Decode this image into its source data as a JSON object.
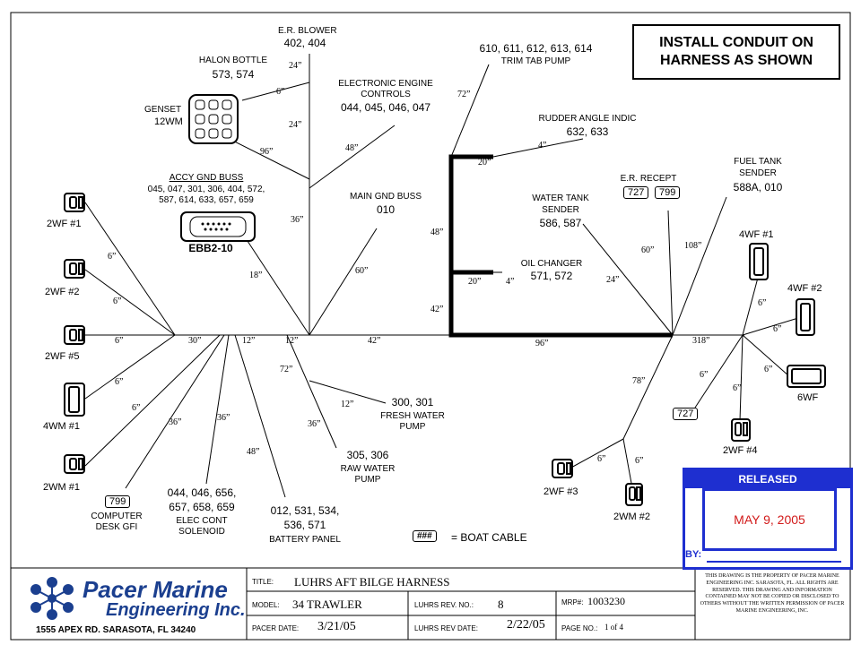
{
  "page_title": {
    "line1": "INSTALL CONDUIT ON",
    "line2": "HARNESS AS SHOWN"
  },
  "destinations": {
    "er_blower": {
      "name": "E.R. BLOWER",
      "wires": "402, 404"
    },
    "halon_bottle": {
      "name": "HALON BOTTLE",
      "wires": "573, 574"
    },
    "genset": {
      "name": "GENSET",
      "code": "12WM"
    },
    "electronic_engine": {
      "name1": "ELECTRONIC ENGINE",
      "name2": "CONTROLS",
      "wires": "044, 045, 046, 047"
    },
    "trim_tab": {
      "wires": "610, 611, 612, 613, 614",
      "name": "TRIM TAB PUMP"
    },
    "rudder_angle": {
      "name": "RUDDER ANGLE INDIC",
      "wires": "632, 633"
    },
    "fuel_tank": {
      "name1": "FUEL TANK",
      "name2": "SENDER",
      "wires": "588A, 010"
    },
    "er_recept": {
      "name": "E.R. RECEPT",
      "box1": "727",
      "box2": "799"
    },
    "water_tank": {
      "name1": "WATER TANK",
      "name2": "SENDER",
      "wires": "586, 587"
    },
    "accy_gnd": {
      "name": "ACCY GND BUSS",
      "wires1": "045, 047, 301, 306, 404, 572,",
      "wires2": "587, 614, 633, 657, 659",
      "connector": "EBB2-10"
    },
    "main_gnd": {
      "name": "MAIN GND BUSS",
      "wires": "010"
    },
    "oil_changer": {
      "name": "OIL CHANGER",
      "wires": "571, 572"
    },
    "fresh_water": {
      "wires": "300, 301",
      "name1": "FRESH WATER",
      "name2": "PUMP"
    },
    "raw_water": {
      "wires": "305, 306",
      "name1": "RAW WATER",
      "name2": "PUMP"
    },
    "elec_cont": {
      "wires1": "044, 046, 656,",
      "wires2": "657, 658, 659",
      "name1": "ELEC CONT",
      "name2": "SOLENOID"
    },
    "battery": {
      "wires1": "012, 531, 534,",
      "wires2": "536, 571",
      "name": "BATTERY PANEL"
    },
    "computer": {
      "box": "799",
      "name1": "COMPUTER",
      "name2": "DESK GFI"
    }
  },
  "connectors": {
    "wf1": "2WF #1",
    "wf2": "2WF #2",
    "wf5": "2WF #5",
    "wm1_4": "4WM #1",
    "wm1_2": "2WM #1",
    "wf4_1": "4WF #1",
    "wf4_2": "4WF #2",
    "wf6": "6WF",
    "wf4_b": "2WF #4",
    "box727": "727",
    "wf3": "2WF #3",
    "wm2": "2WM #2"
  },
  "dimensions": {
    "d24a": "24”",
    "d6a": "6”",
    "d24b": "24”",
    "d96": "96”",
    "d48a": "48”",
    "d72a": "72”",
    "d20a": "20”",
    "d4a": "4”",
    "d36a": "36”",
    "d48b": "48”",
    "d60a": "60”",
    "d108": "108”",
    "d18": "18”",
    "d60b": "60”",
    "d20b": "20”",
    "d4b": "4”",
    "d24c": "24”",
    "d42a": "42”",
    "d6b": "6”",
    "d6c": "6”",
    "d6d": "6”",
    "d6e": "6”",
    "d6f": "6”",
    "d30": "30”",
    "d12a": "12”",
    "d12b": "12”",
    "d42b": "42”",
    "d96b": "96”",
    "d318": "318”",
    "d6g": "6”",
    "d6h": "6”",
    "d6i": "6”",
    "d6j": "6”",
    "d78": "78”",
    "d72b": "72”",
    "d12c": "12”",
    "d36b": "36”",
    "d36c": "36”",
    "d36d": "36”",
    "d48c": "48”",
    "d6k": "6”",
    "d6l": "6”"
  },
  "legend": {
    "symbol": "###",
    "text": "= BOAT CABLE"
  },
  "released": {
    "header": "RELEASED",
    "date": "MAY 9, 2005",
    "by": "BY:"
  },
  "title_block": {
    "company1": "Pacer Marine",
    "company2": "Engineering Inc.",
    "address": "1555 APEX RD.  SARASOTA, FL  34240",
    "title_label": "TITLE:",
    "title_value": "LUHRS AFT BILGE HARNESS",
    "model_label": "MODEL:",
    "model_value": "34 TRAWLER",
    "rev_label": "LUHRS REV. NO.:",
    "rev_value": "8",
    "mrp_label": "MRP#:",
    "mrp_value": "1003230",
    "date_label": "PACER DATE:",
    "date_value": "3/21/05",
    "revdate_label": "LUHRS REV DATE:",
    "revdate_value": "2/22/05",
    "page_label": "PAGE NO.:",
    "page_value": "1 of 4",
    "notice": "THIS DRAWING IS THE PROPERTY OF PACER MARINE ENGINEERING INC. SARASOTA, FL.  ALL RIGHTS ARE RESERVED. THIS DRAWING AND INFORMATION CONTAINED MAY NOT BE COPIED OR DISCLOSED TO OTHERS WITHOUT THE WRITTEN PERMISSION OF PACER MARINE ENGINEERING, INC."
  },
  "colors": {
    "blue": "#1e2fd0",
    "red": "#d21a1a",
    "logo_blue": "#1b3f8f"
  }
}
